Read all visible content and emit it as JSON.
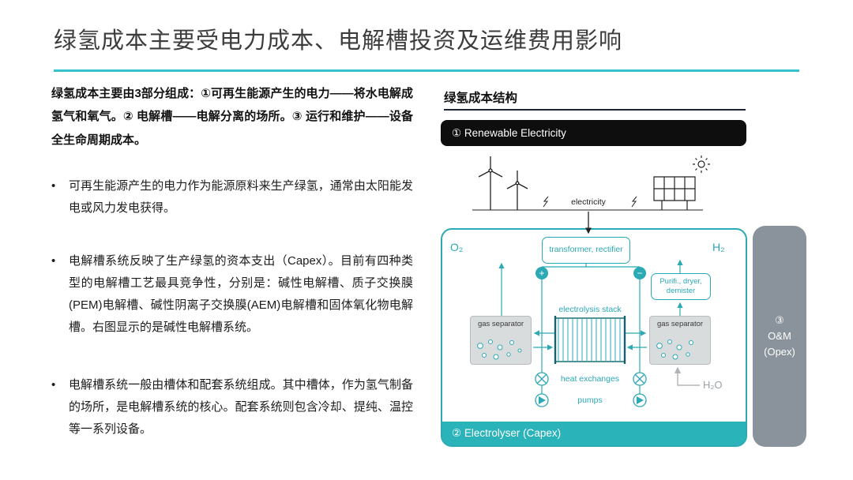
{
  "slide": {
    "title": "绿氢成本主要受电力成本、电解槽投资及运维费用影响"
  },
  "left": {
    "bullet_marker": "•",
    "intro": "绿氢成本主要由3部分组成：①可再生能源产生的电力——将水电解成氢气和氧气。② 电解槽——电解分离的场所。③ 运行和维护——设备全生命周期成本。",
    "bullets": [
      "可再生能源产生的电力作为能源原料来生产绿氢，通常由太阳能发电或风力发电获得。",
      "电解槽系统反映了生产绿氢的资本支出（Capex）。目前有四种类型的电解槽工艺最具竞争性，分别是：碱性电解槽、质子交换膜(PEM)电解槽、碱性阴离子交换膜(AEM)电解槽和固体氧化物电解槽。右图显示的是碱性电解槽系统。",
      "电解槽系统一般由槽体和配套系统组成。其中槽体，作为氢气制备的场所，是电解槽系统的核心。配套系统则包含冷却、提纯、温控等一系列设备。"
    ]
  },
  "right": {
    "heading": "绿氢成本结构",
    "diagram": {
      "renewable_title": "① Renewable Electricity",
      "electricity_label": "electricity",
      "transformer_label": "transformer, rectifier",
      "o2_label": "O₂",
      "h2_label": "H₂",
      "plus": "+",
      "minus": "−",
      "purifier_label": "Purifi., dryer, demister",
      "stack_label": "electrolysis stack",
      "gas_separator_left": "gas separator",
      "gas_separator_right": "gas separator",
      "heat_label": "heat exchanges",
      "pumps_label": "pumps",
      "electrolyser_bar": "② Electrolyser (Capex)",
      "om_label": "③\nO&M\n(Opex)",
      "h2o_label": "H₂O"
    }
  },
  "colors": {
    "accent_teal": "#35c2ce",
    "diagram_teal": "#2ba9b5",
    "capex_bar": "#2bb3ba",
    "renewable_black": "#0e0e0e",
    "om_gray": "#8a939b"
  }
}
